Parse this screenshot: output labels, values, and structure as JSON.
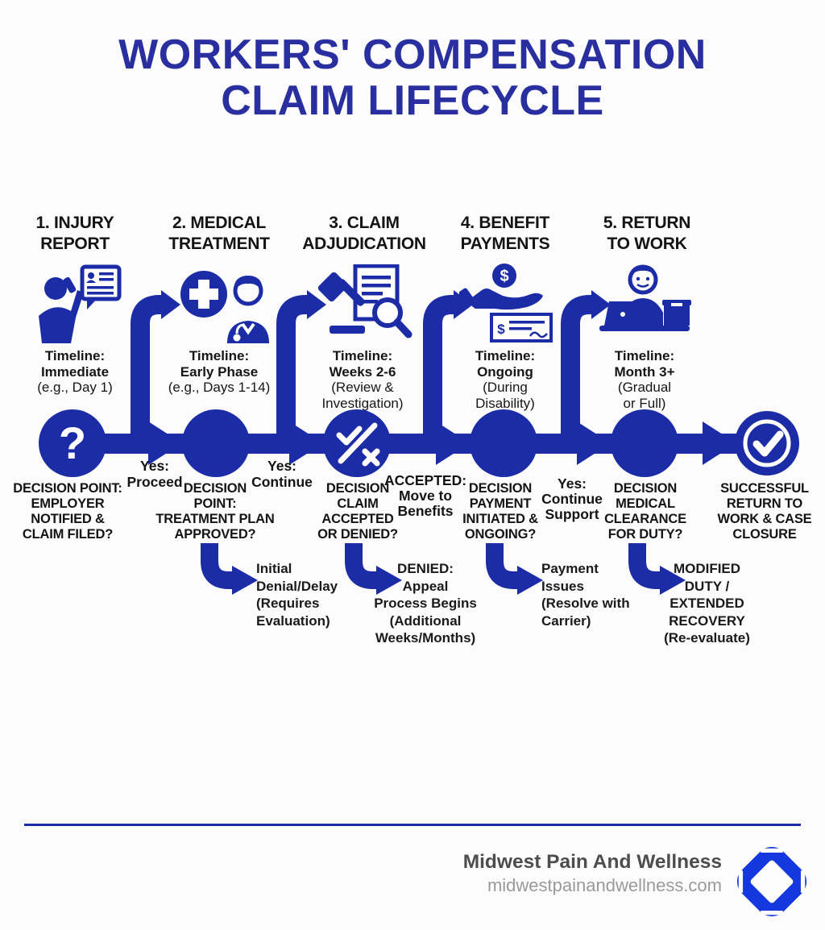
{
  "title": {
    "line1": "WORKERS' COMPENSATION",
    "line2": "CLAIM LIFECYCLE"
  },
  "stages": [
    {
      "header": [
        "1. INJURY",
        "REPORT"
      ],
      "icon": "injured-worker-phone-report-icon",
      "timeline": [
        "Timeline:",
        "Immediate",
        "(e.g., Day 1)"
      ],
      "decision": [
        "DECISION POINT:",
        "EMPLOYER",
        "NOTIFIED &",
        "CLAIM FILED?"
      ],
      "node_glyph": "question-mark"
    },
    {
      "header": [
        "2. MEDICAL",
        "TREATMENT"
      ],
      "icon": "medical-cross-doctor-icon",
      "timeline": [
        "Timeline:",
        "Early Phase",
        "(e.g., Days 1-14)"
      ],
      "decision": [
        "DECISION",
        "POINT:",
        "TREATMENT PLAN",
        "APPROVED?"
      ],
      "node_glyph": "solid-circle"
    },
    {
      "header": [
        "3. CLAIM",
        "ADJUDICATION"
      ],
      "icon": "gavel-document-magnifier-icon",
      "timeline": [
        "Timeline:",
        "Weeks 2-6",
        "(Review &",
        "Investigation)"
      ],
      "decision": [
        "DECISION",
        "CLAIM",
        "ACCEPTED",
        "OR DENIED?"
      ],
      "node_glyph": "check-and-cross"
    },
    {
      "header": [
        "4. BENEFIT",
        "PAYMENTS"
      ],
      "icon": "hand-money-check-icon",
      "timeline": [
        "Timeline:",
        "Ongoing",
        "(During",
        "Disability)"
      ],
      "decision": [
        "DECISION",
        "PAYMENT",
        "INITIATED &",
        "ONGOING?"
      ],
      "node_glyph": "solid-circle"
    },
    {
      "header": [
        "5. RETURN",
        "TO WORK"
      ],
      "icon": "worker-laptop-desk-icon",
      "timeline": [
        "Timeline:",
        "Month 3+",
        "(Gradual",
        "or Full)"
      ],
      "decision": [
        "DECISION",
        "MEDICAL",
        "CLEARANCE",
        "FOR DUTY?"
      ],
      "node_glyph": "solid-circle"
    }
  ],
  "final_node": {
    "glyph": "circled-checkmark",
    "label": [
      "SUCCESSFUL",
      "RETURN TO",
      "WORK & CASE",
      "CLOSURE"
    ]
  },
  "flow_labels": [
    {
      "lines": [
        "Yes:",
        "Proceed"
      ]
    },
    {
      "lines": [
        "Yes:",
        "Continue"
      ]
    },
    {
      "lines": [
        "ACCEPTED:",
        "Move to",
        "Benefits"
      ]
    },
    {
      "lines": [
        "Yes:",
        "Continue",
        "Support"
      ]
    }
  ],
  "branches": [
    {
      "lines": [
        "Initial",
        "Denial/Delay",
        "(Requires",
        "Evaluation)"
      ]
    },
    {
      "lines": [
        "DENIED:",
        "Appeal",
        "Process Begins",
        "(Additional",
        "Weeks/Months)"
      ]
    },
    {
      "lines": [
        "Payment",
        "Issues",
        "(Resolve with",
        "Carrier)"
      ]
    },
    {
      "lines": [
        "MODIFIED",
        "DUTY /",
        "EXTENDED",
        "RECOVERY",
        "(Re-evaluate)"
      ]
    }
  ],
  "footer": {
    "brand": "Midwest Pain And Wellness",
    "website": "midwestpainandwellness.com"
  },
  "colors": {
    "primary": "#1b2ca6",
    "title": "#2a2f9f",
    "logo": "#1537df",
    "brand_text": "#4d4d4d",
    "website_text": "#9a9a9a",
    "background": "#fcfcfc"
  }
}
